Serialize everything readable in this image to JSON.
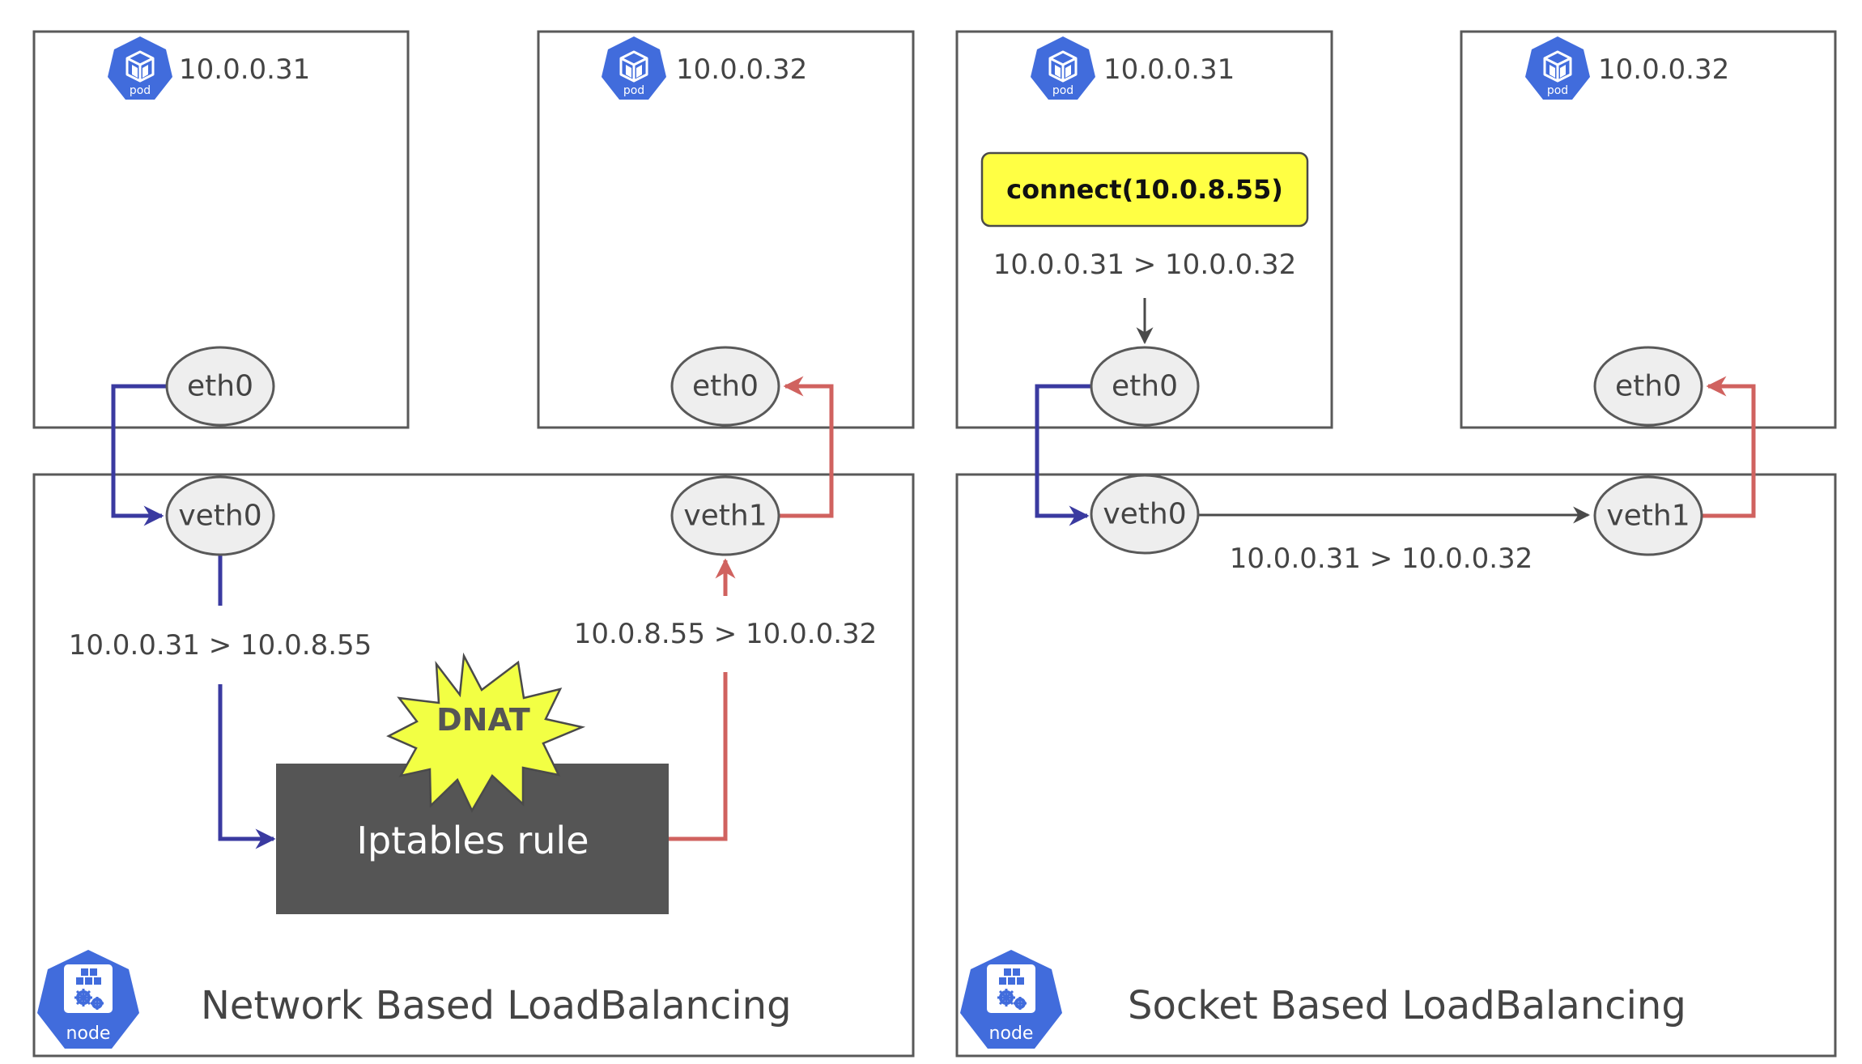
{
  "network_lb": {
    "title": "Network Based LoadBalancing",
    "pod_a": {
      "ip": "10.0.0.31",
      "iface": "eth0"
    },
    "pod_b": {
      "ip": "10.0.0.32",
      "iface": "eth0"
    },
    "node": {
      "veth_a": "veth0",
      "veth_b": "veth1",
      "icon_label": "node"
    },
    "flow_out": "10.0.0.31 > 10.0.8.55",
    "flow_in": "10.0.8.55 > 10.0.0.32",
    "iptables": "Iptables rule",
    "dnat": "DNAT"
  },
  "socket_lb": {
    "title": "Socket Based LoadBalancing",
    "pod_a": {
      "ip": "10.0.0.31",
      "iface": "eth0"
    },
    "pod_b": {
      "ip": "10.0.0.32",
      "iface": "eth0"
    },
    "connect_call": "connect(10.0.8.55)",
    "pod_flow": "10.0.0.31 > 10.0.0.32",
    "node": {
      "veth_a": "veth0",
      "veth_b": "veth1",
      "icon_label": "node"
    },
    "node_flow": "10.0.0.31 > 10.0.0.32"
  },
  "pod_icon_label": "pod",
  "colors": {
    "outbound_arrow": "#3a3aa0",
    "inbound_arrow": "#d0625f",
    "kubernetes_blue": "#416cdc",
    "connect_box": "#ffff44",
    "iptables_box": "#555555",
    "dnat_burst": "#f2ff44"
  },
  "icons": {
    "pod": "kubernetes-pod-icon",
    "node": "kubernetes-node-icon"
  }
}
